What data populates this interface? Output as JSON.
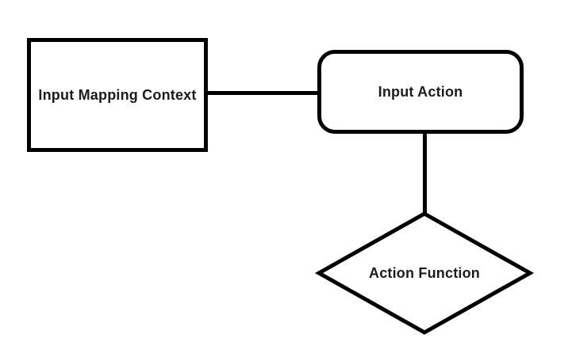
{
  "diagram": {
    "background_color": "#ffffff",
    "stroke_color": "#000000",
    "text_color": "#1c1c1c",
    "nodes": [
      {
        "id": "input-mapping-context",
        "label": "Input Mapping Context",
        "shape": "rectangle"
      },
      {
        "id": "input-action",
        "label": "Input Action",
        "shape": "rounded-rectangle"
      },
      {
        "id": "action-function",
        "label": "Action Function",
        "shape": "diamond"
      }
    ],
    "edges": [
      {
        "from": "input-mapping-context",
        "to": "input-action",
        "type": "horizontal-line"
      },
      {
        "from": "input-action",
        "to": "action-function",
        "type": "vertical-line"
      }
    ]
  }
}
